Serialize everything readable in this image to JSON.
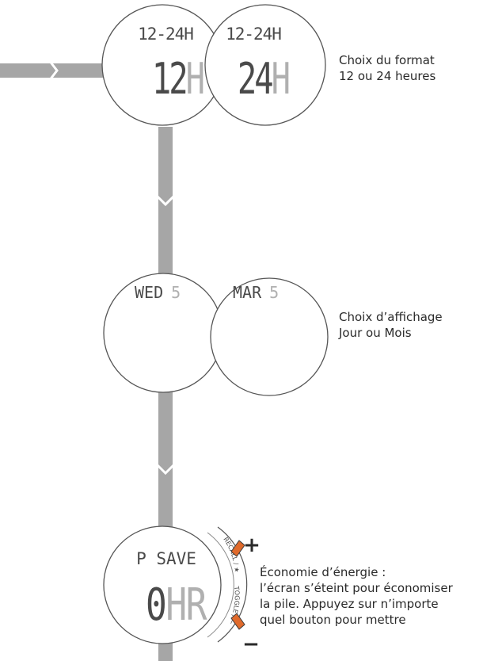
{
  "colors": {
    "connector": "#a6a6a6",
    "outline": "#555555",
    "lcd_dark": "#4a4a4a",
    "lcd_light": "#b0b0b0",
    "accent": "#e06a2b",
    "text": "#2a2a2a"
  },
  "steps": [
    {
      "watches": [
        {
          "top": "12-24H",
          "big_dark": "12",
          "big_light": "H"
        },
        {
          "top": "12-24H",
          "big_dark": "24",
          "big_light": "H"
        }
      ],
      "description": [
        "Choix du format",
        "12 ou 24 heures"
      ]
    },
    {
      "watches": [
        {
          "top_dark": "WED",
          "top_light": "5"
        },
        {
          "top_dark": "MAR",
          "top_light": "5"
        }
      ],
      "description": [
        "Choix d’affichage",
        "Jour ou Mois"
      ]
    },
    {
      "watch": {
        "top": "P SAVE",
        "big_dark": "0",
        "big_light": "HR"
      },
      "buttons": {
        "plus": "+",
        "minus": "−",
        "upper_label": "RECALL / ★",
        "lower_label": "TOGGLE / −"
      },
      "description": [
        "Économie d’énergie :",
        "l’écran s’éteint pour économiser",
        "la pile.  Appuyez sur n’importe",
        "quel bouton pour mettre"
      ]
    }
  ]
}
